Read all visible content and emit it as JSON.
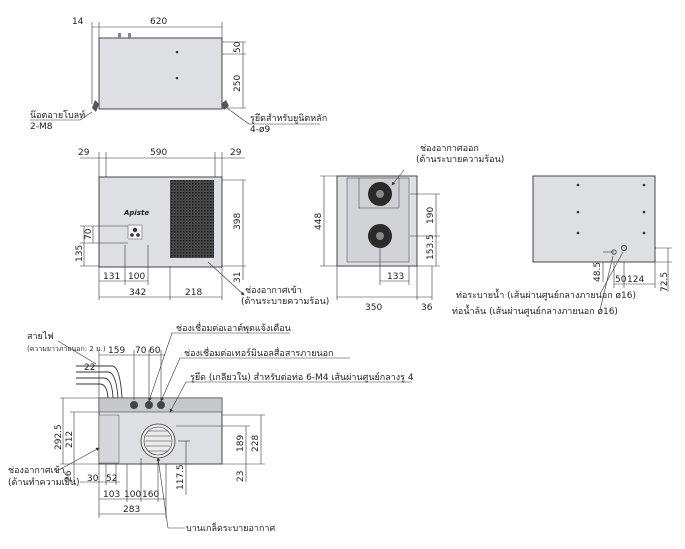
{
  "top_view": {
    "dims": {
      "left_offset": "14",
      "width": "620",
      "depth": "250",
      "inset": "50"
    },
    "anchor_bolt_label": "น๊อตอายโบลท์",
    "anchor_bolt_spec": "2-M8",
    "mount_hole_label": "รูยึดสำหรับยูนิตหลัก",
    "mount_hole_spec": "4-ø9"
  },
  "front_view": {
    "dims": {
      "left_margin": "29",
      "width": "590",
      "right_margin": "29",
      "height": "398",
      "h135": "135",
      "h70": "70",
      "w131": "131",
      "w100": "100",
      "w342": "342",
      "w218": "218",
      "h31": "31"
    },
    "brand": "Apiste",
    "air_inlet_label": "ช่องอากาศเข้า",
    "air_inlet_sub": "(ด้านระบายความร้อน)"
  },
  "side_view": {
    "dims": {
      "height": "448",
      "h190": "190",
      "h153_5": "153.5",
      "w133": "133",
      "w350": "350",
      "w36": "36"
    },
    "air_outlet_label": "ช่องอากาศออก",
    "air_outlet_sub": "(ด้านระบายความร้อน)"
  },
  "back_view": {
    "dims": {
      "h48_5": "48.5",
      "w50": "50",
      "w124": "124",
      "h72_5": "72.5"
    },
    "drain_label": "ท่อระบายน้ำ (เส้นผ่านศูนย์กลางภายนอก ø16)",
    "overflow_label": "ท่อน้ำล้น (เส้นผ่านศูนย์กลางภายนอก ø16)"
  },
  "bottom_view": {
    "power_label": "สายไฟ",
    "power_sub": "(ความยาวภายนอก: 2 ม.)",
    "dims": {
      "w159": "159",
      "w70": "70",
      "w60": "60",
      "h22": "22",
      "h292_5": "292.5",
      "h212": "212",
      "h26": "26",
      "w30": "30",
      "w52": "52",
      "w103": "103",
      "w100": "100",
      "w160": "160",
      "w283": "283",
      "h189": "189",
      "h228": "228",
      "h23": "23",
      "h117_5": "117.5"
    },
    "alarm_label": "ช่องเชื่อมต่อเอาต์พุตแจ้งเตือน",
    "thermo_label": "ช่องเชื่อมต่อเทอร์มินอลสื่อสารภายนอก",
    "screw_label": "รูยึด (เกลียวใน) สำหรับต่อท่อ 6-M4 เส้นผ่านศูนย์กลางรู 4",
    "inlet_label": "ช่องอากาศเข้า",
    "inlet_sub": "(ด้านทำความเย็น)",
    "fan_label": "บานเกล็ดระบายอากาศ"
  },
  "colors": {
    "panel": "#dedfe3",
    "dark": "#333333"
  }
}
